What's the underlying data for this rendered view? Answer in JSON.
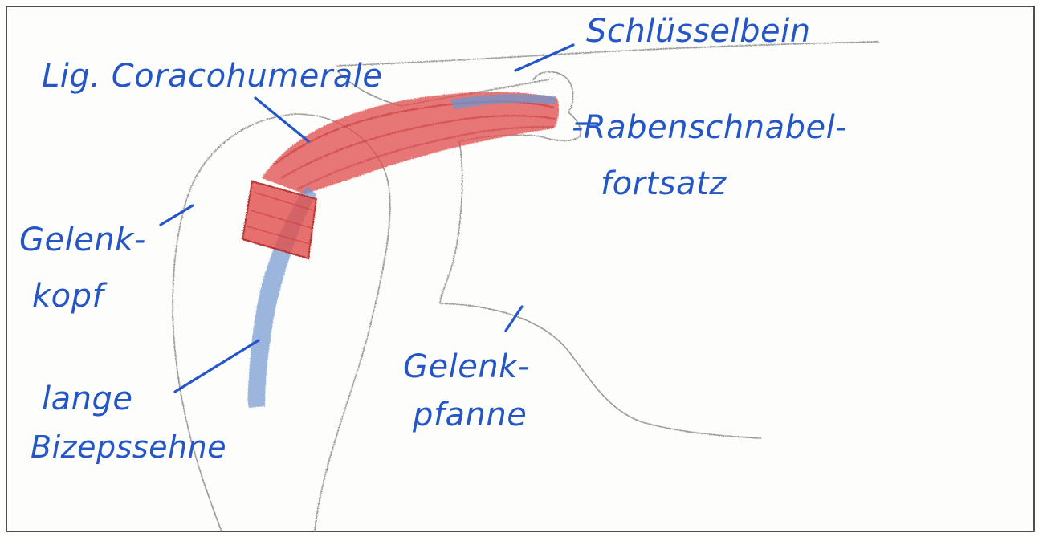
{
  "labels": {
    "clavicle": "Schlüsselbein",
    "ligament": "Lig. Coracohumerale",
    "coracoid_line1": "-Rabenschnabel-",
    "coracoid_line2": "fortsatz",
    "head_line1": "Gelenk-",
    "head_line2": "kopf",
    "biceps_line1": "lange",
    "biceps_line2": "Bizepssehne",
    "socket_line1": "Gelenk-",
    "socket_line2": "pfanne"
  },
  "colors": {
    "label_ink": "#2456c8",
    "ligament_red": "#e0504f",
    "tendon_blue": "#6f95cf",
    "pencil": "#8a8a8a",
    "frame": "#222222"
  }
}
